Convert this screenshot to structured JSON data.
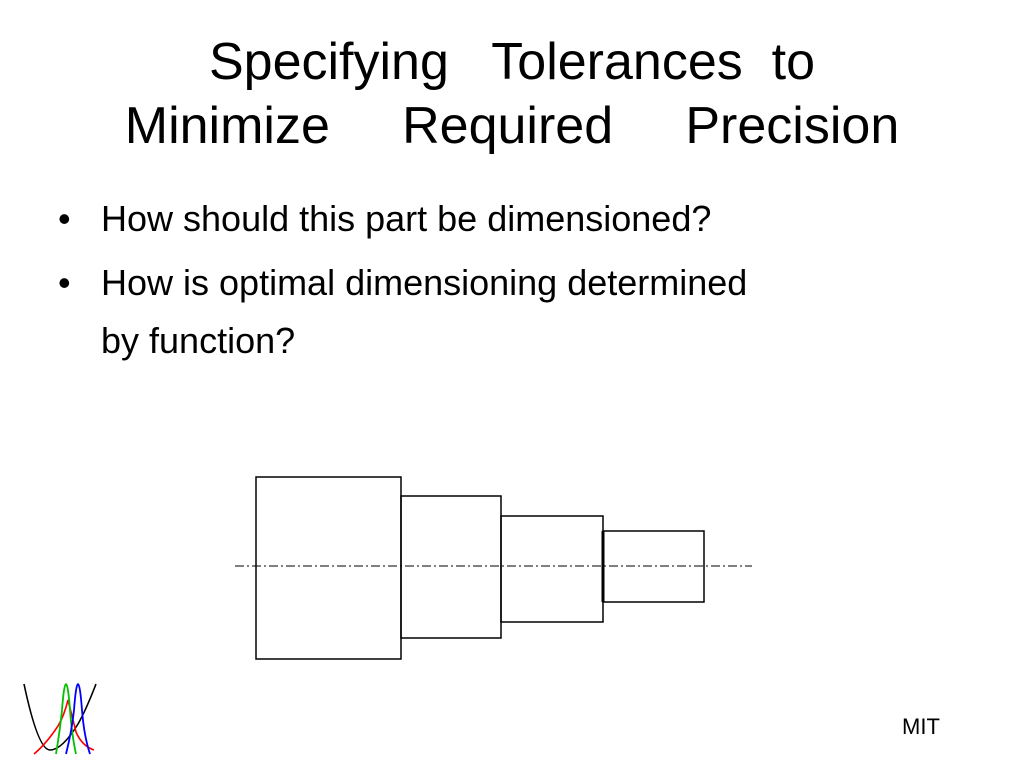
{
  "slide": {
    "title_lines": [
      "Specifying   Tolerances  to",
      "Minimize     Required     Precision"
    ],
    "bullets": [
      {
        "marker": "•",
        "text": "How should this part be dimensioned?"
      },
      {
        "marker": "•",
        "text": "How is optimal dimensioning determined\nby function?"
      }
    ],
    "footer": "MIT"
  },
  "drawing": {
    "subject": "stepped-shaft-profile",
    "steps": 4,
    "centerline": "dash-dot",
    "line_color": "#000000"
  },
  "logo": {
    "icon": "distribution-curves-icon",
    "curve_colors": [
      "#000000",
      "#00c000",
      "#ff0000",
      "#0000ff"
    ]
  }
}
